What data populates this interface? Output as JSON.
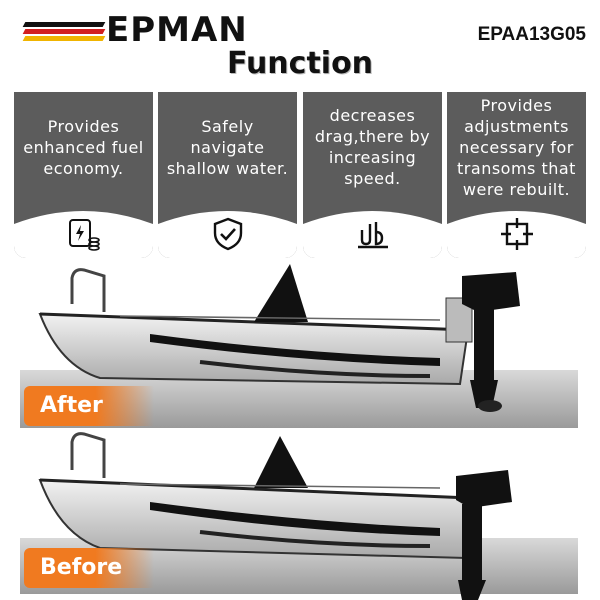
{
  "header": {
    "brand": "EPMAN",
    "sku": "EPAA13G05",
    "title": "Function"
  },
  "cards": [
    {
      "text": "Provides enhanced fuel economy.",
      "icon": "fuel-economy-icon"
    },
    {
      "text": "Safely navigate shallow water.",
      "icon": "shield-check-icon"
    },
    {
      "text": "decreases drag,there by increasing speed.",
      "icon": "speed-drag-icon"
    },
    {
      "text": "Provides adjustments necessary for transoms that were rebuilt.",
      "icon": "adjustment-crosshair-icon"
    }
  ],
  "comparison": {
    "after_label": "After",
    "before_label": "Before"
  },
  "colors": {
    "card_bg": "#5c5c5c",
    "accent_orange": "#f07a20",
    "flag_black": "#111111",
    "flag_red": "#d21f1f",
    "flag_gold": "#f0b400"
  }
}
